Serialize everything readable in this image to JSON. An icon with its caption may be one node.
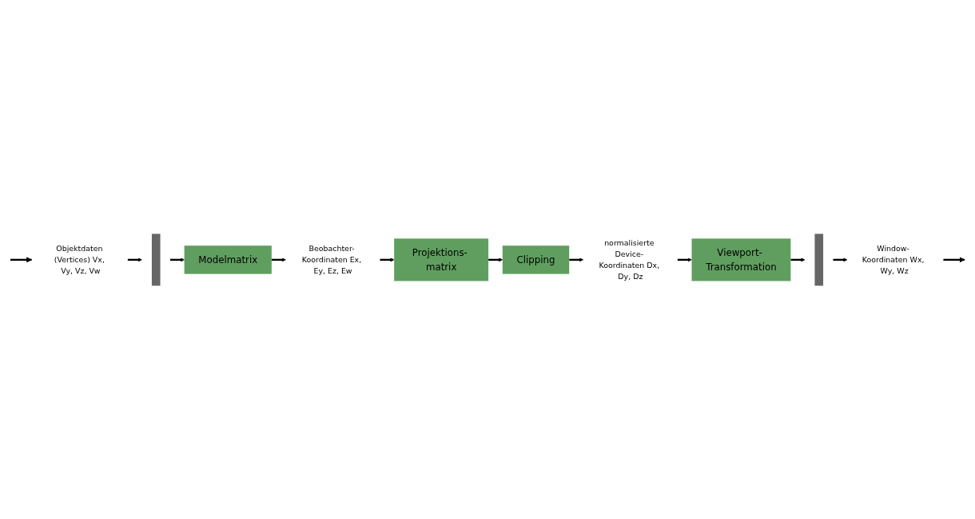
{
  "diagram": {
    "nodes": [
      {
        "text": [
          "Objektdaten (Vertices) Vx, Vy, Vz, Vw"
        ]
      },
      {
        "text": [],
        "shape": "bar"
      },
      {
        "text": [
          "Modelmatrix"
        ]
      },
      {
        "text": [
          "Beobachter- Koordinaten Ex, Ey, Ez, Ew"
        ]
      },
      {
        "text": [
          "Projektions- matrix"
        ]
      },
      {
        "text": [
          "Clipping"
        ]
      },
      {
        "text": [
          "normalisierte Device- Koordinaten Dx, Dy, Dz"
        ]
      },
      {
        "text": [
          "Viewport- Transformation"
        ]
      },
      {
        "text": [],
        "shape": "bar"
      },
      {
        "text": [
          "Window- Koordinaten Wx, Wy, Wz"
        ]
      }
    ],
    "edges": [
      {
        "from": null,
        "to": 0,
        "arrow": "to"
      },
      {
        "from": 0,
        "to": 1,
        "arrow": "to"
      },
      {
        "from": 1,
        "to": 2,
        "arrow": "to"
      },
      {
        "from": 2,
        "to": 3,
        "arrow": "to"
      },
      {
        "from": 3,
        "to": 4,
        "arrow": "to"
      },
      {
        "from": 4,
        "to": 5,
        "arrow": "to"
      },
      {
        "from": 5,
        "to": 6,
        "arrow": "to"
      },
      {
        "from": 6,
        "to": 7,
        "arrow": "to"
      },
      {
        "from": 7,
        "to": 8,
        "arrow": "to"
      },
      {
        "from": 8,
        "to": 9,
        "arrow": "to"
      },
      {
        "from": 9,
        "to": null,
        "arrow": "to"
      }
    ]
  }
}
